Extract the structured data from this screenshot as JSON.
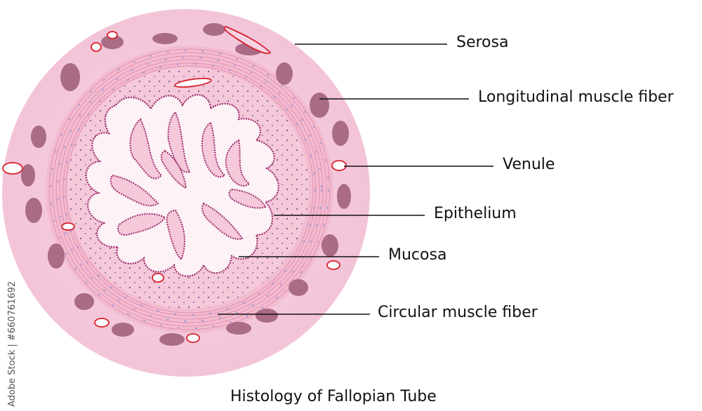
{
  "title": "Histology of Fallopian Tube",
  "labels": {
    "serosa": "Serosa",
    "longitudinal": "Longitudinal muscle fiber",
    "venule": "Venule",
    "epithelium": "Epithelium",
    "mucosa": "Mucosa",
    "circular": "Circular muscle fiber"
  },
  "watermark": "Adobe Stock | #660761692",
  "colors": {
    "serosa": "#f4c9dc",
    "muscle_ring": "#f0b8cc",
    "mucosa": "#f5c6d8",
    "lumen": "#fdf3f7",
    "epithelium": "#9c2a6a",
    "bundle": "#a96b86",
    "vessel": "#d6202b",
    "line": "#111111"
  }
}
